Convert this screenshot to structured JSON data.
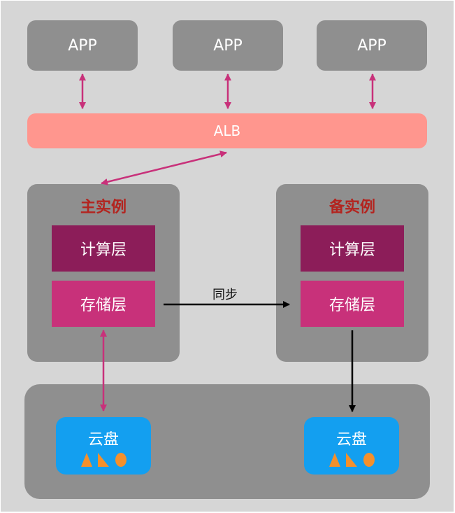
{
  "apps": [
    "APP",
    "APP",
    "APP"
  ],
  "alb": "ALB",
  "primary": {
    "title": "主实例",
    "compute": "计算层",
    "storage": "存储层"
  },
  "standby": {
    "title": "备实例",
    "compute": "计算层",
    "storage": "存储层"
  },
  "sync_label": "同步",
  "disks": [
    "云盘",
    "云盘"
  ],
  "colors": {
    "background": "#d6d6d6",
    "box_gray": "#8f8f8f",
    "alb": "#ff968e",
    "instance_title": "#b3241f",
    "compute_layer": "#8c1d59",
    "storage_layer": "#c8317a",
    "cloud_disk": "#139ff0",
    "shape_orange": "#f4902c",
    "arrow_magenta": "#c8317a",
    "arrow_black": "#000000"
  }
}
